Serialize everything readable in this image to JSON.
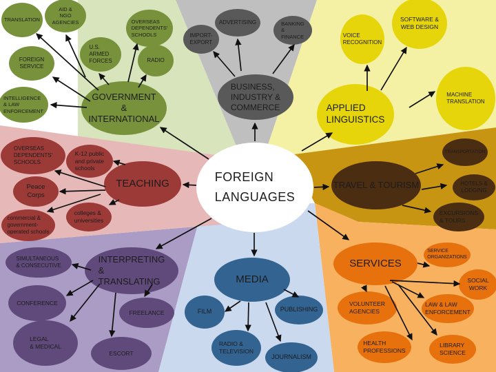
{
  "center": {
    "label": [
      "FOREIGN",
      "LANGUAGES"
    ]
  },
  "sectors": [
    {
      "id": "government",
      "label": [
        "GOVERNMENT",
        "&",
        "INTERNATIONAL"
      ],
      "children": [
        {
          "id": "translation",
          "label": [
            "TRANSLATION"
          ]
        },
        {
          "id": "aid-ngo-agencies",
          "label": [
            "AID &",
            "NGO",
            "AGENCIES"
          ]
        },
        {
          "id": "overseas-dependents-schools",
          "label": [
            "OVERSEAS",
            "DEPENDENTS'",
            "SCHOOLS"
          ]
        },
        {
          "id": "us-armed-forces",
          "label": [
            "U.S.",
            "ARMED",
            "FORCES"
          ]
        },
        {
          "id": "radio",
          "label": [
            "RADIO"
          ]
        },
        {
          "id": "foreign-service",
          "label": [
            "FOREIGN",
            "SERVICE"
          ]
        },
        {
          "id": "intelligence-law-enforcement",
          "label": [
            "INTELLIGENCE",
            "& LAW",
            "ENFORCEMENT"
          ]
        }
      ]
    },
    {
      "id": "business",
      "label": [
        "BUSINESS,",
        "INDUSTRY &",
        "COMMERCE"
      ],
      "children": [
        {
          "id": "advertising",
          "label": [
            "ADVERTISING"
          ]
        },
        {
          "id": "import-export",
          "label": [
            "IMPORT-",
            "EXPORT"
          ]
        },
        {
          "id": "banking-finance",
          "label": [
            "BANKING",
            "&",
            "FINANCE"
          ]
        }
      ]
    },
    {
      "id": "applied-linguistics",
      "label": [
        "APPLIED",
        "LINGUISTICS"
      ],
      "children": [
        {
          "id": "voice-recognition",
          "label": [
            "VOICE",
            "RECOGNITION"
          ]
        },
        {
          "id": "software-web-design",
          "label": [
            "SOFTWARE &",
            "WEB DESIGN"
          ]
        },
        {
          "id": "machine-translation",
          "label": [
            "MACHINE",
            "TRANSLATION"
          ]
        }
      ]
    },
    {
      "id": "travel-tourism",
      "label": [
        "TRAVEL & TOURISM"
      ],
      "children": [
        {
          "id": "transportation",
          "label": [
            "TRANSPORTATION"
          ]
        },
        {
          "id": "hotels-lodging",
          "label": [
            "HOTELS &",
            "LODGING"
          ]
        },
        {
          "id": "excursions-tours",
          "label": [
            "EXCURSIONS",
            "& TOURS"
          ]
        }
      ]
    },
    {
      "id": "teaching",
      "label": [
        "TEACHING"
      ],
      "children": [
        {
          "id": "overseas-dependents-schools",
          "label": [
            "OVERSEAS",
            "DEPENDENTS'",
            "SCHOOLS"
          ]
        },
        {
          "id": "k12-schools",
          "label": [
            "K-12 public",
            "and private",
            "schools"
          ]
        },
        {
          "id": "peace-corps",
          "label": [
            "Peace",
            "Corps"
          ]
        },
        {
          "id": "commercial-government-schools",
          "label": [
            "commercial &",
            "government-",
            "operated schools"
          ]
        },
        {
          "id": "colleges-universities",
          "label": [
            "colleges &",
            "universities"
          ]
        }
      ]
    },
    {
      "id": "interpreting-translating",
      "label": [
        "INTERPRETING",
        "&",
        "TRANSLATING"
      ],
      "children": [
        {
          "id": "simultaneous-consecutive",
          "label": [
            "SIMULTANEOUS",
            "& CONSECUTIVE"
          ]
        },
        {
          "id": "conference",
          "label": [
            "CONFERENCE"
          ]
        },
        {
          "id": "legal-medical",
          "label": [
            "LEGAL",
            "& MEDICAL"
          ]
        },
        {
          "id": "freelance",
          "label": [
            "FREELANCE"
          ]
        },
        {
          "id": "escort",
          "label": [
            "ESCORT"
          ]
        }
      ]
    },
    {
      "id": "media",
      "label": [
        "MEDIA"
      ],
      "children": [
        {
          "id": "film",
          "label": [
            "FILM"
          ]
        },
        {
          "id": "publishing",
          "label": [
            "PUBLISHING"
          ]
        },
        {
          "id": "radio-television",
          "label": [
            "RADIO &",
            "TELEVISION"
          ]
        },
        {
          "id": "journalism",
          "label": [
            "JOURNALISM"
          ]
        }
      ]
    },
    {
      "id": "services",
      "label": [
        "SERVICES"
      ],
      "children": [
        {
          "id": "service-organizations",
          "label": [
            "SERVICE",
            "ORGANIZATIONS"
          ]
        },
        {
          "id": "social-work",
          "label": [
            "SOCIAL",
            "WORK"
          ]
        },
        {
          "id": "volunteer-agencies",
          "label": [
            "VOLUNTEER",
            "AGENCIES"
          ]
        },
        {
          "id": "law-enforcement",
          "label": [
            "LAW & LAW",
            "ENFORCEMENT"
          ]
        },
        {
          "id": "health-professions",
          "label": [
            "HEALTH",
            "PROFESSIONS"
          ]
        },
        {
          "id": "library-science",
          "label": [
            "LIBRARY",
            "SCIENCE"
          ]
        }
      ]
    }
  ],
  "colors": {
    "government_node": "#78923C",
    "government_wedge": "#D7E4BC",
    "business_node": "#595959",
    "business_wedge": "#BFBFBF",
    "applied_node": "#E5D50A",
    "applied_wedge": "#F4F1A4",
    "travel_node": "#4B2D11",
    "travel_wedge": "#C89512",
    "teaching_node": "#9C3A38",
    "teaching_wedge": "#E6B9B8",
    "interpreting_node": "#604A7B",
    "interpreting_wedge": "#AA9CC5",
    "media_node": "#336391",
    "media_wedge": "#CBD9EE",
    "services_node": "#E6710D",
    "services_wedge": "#F8B15F",
    "center_node": "#FFFFFF",
    "arrow": "#111111",
    "text": "#1C1C1C"
  }
}
